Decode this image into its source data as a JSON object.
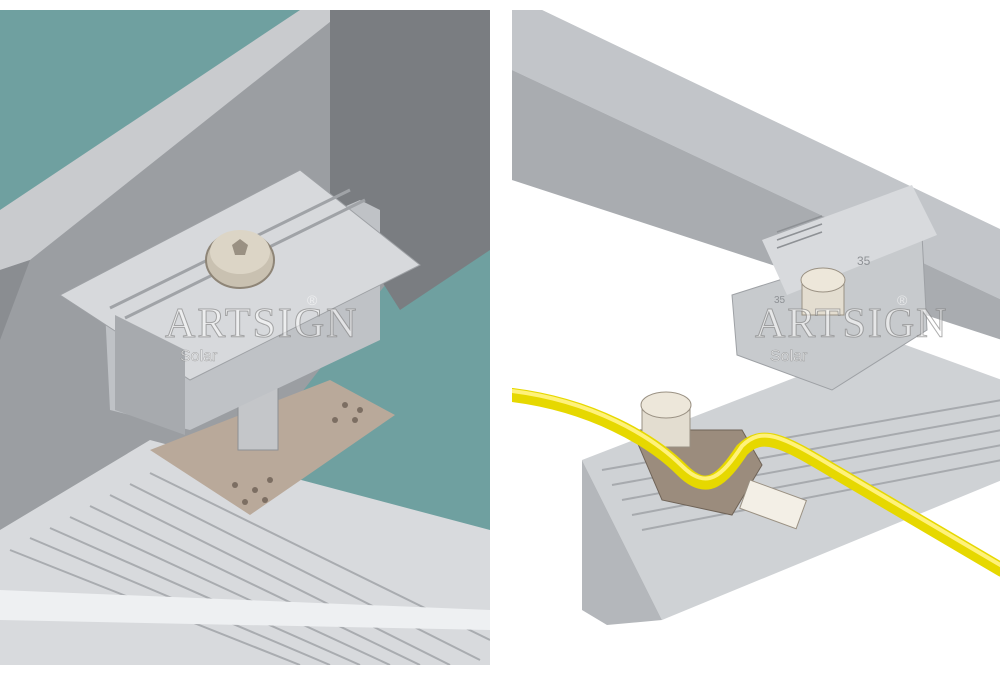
{
  "watermark": {
    "brand": "ARTSIGN",
    "sub": "Solar",
    "registered": "®"
  },
  "scale_marks": {
    "upper": "35",
    "lower": "35"
  },
  "colors": {
    "teal_bg": "#6fa0a0",
    "rail": "#c6c9cc",
    "grounding_wire": "#f2e600",
    "bolt": "#d6cfc0"
  }
}
